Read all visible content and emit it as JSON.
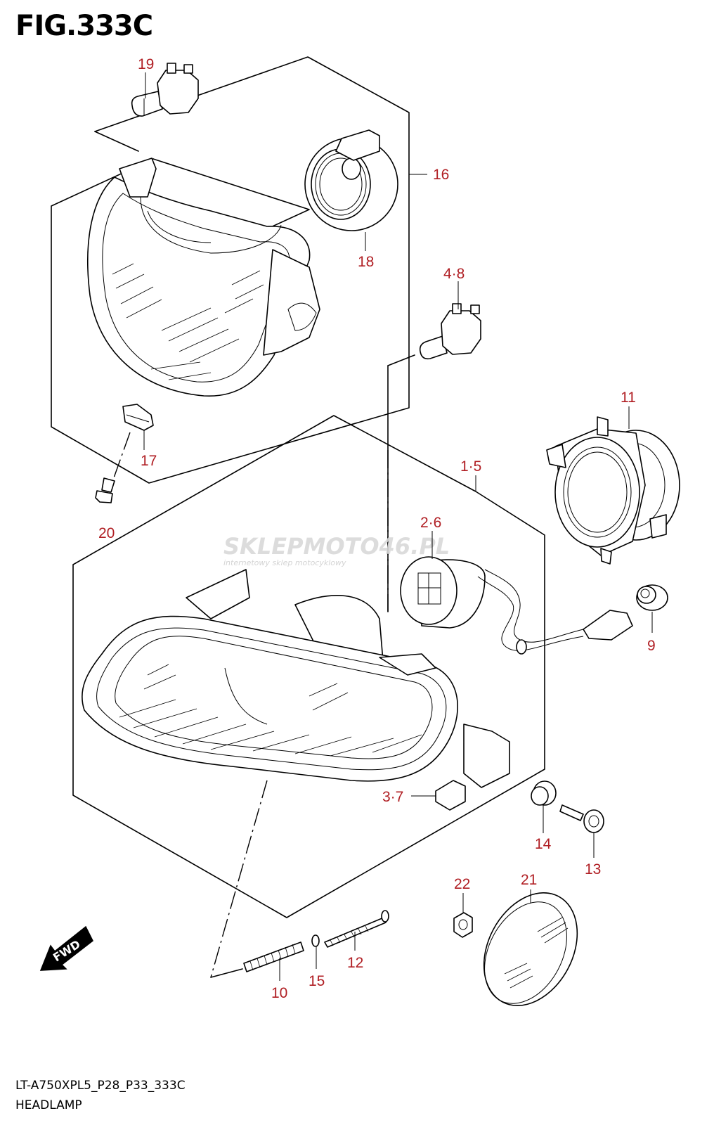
{
  "figure": {
    "title": "FIG.333C",
    "drawing_code": "LT-A750XPL5_P28_P33_333C",
    "name": "HEADLAMP"
  },
  "watermark": {
    "brand": "SKLEPMOTO46.PL",
    "tagline": "internetowy sklep motocyklowy"
  },
  "direction_arrow": {
    "label": "FWD"
  },
  "callouts": {
    "p19": "19",
    "p16": "16",
    "p18": "18",
    "p4_8": "4·8",
    "p17": "17",
    "p20": "20",
    "p11": "11",
    "p1_5": "1·5",
    "p2_6": "2·6",
    "p9": "9",
    "p3_7": "3·7",
    "p14": "14",
    "p13": "13",
    "p22": "22",
    "p21": "21",
    "p12": "12",
    "p15": "15",
    "p10": "10"
  },
  "colors": {
    "callout": "#b01e23",
    "line": "#000000",
    "watermark": "#d9d9d9"
  }
}
